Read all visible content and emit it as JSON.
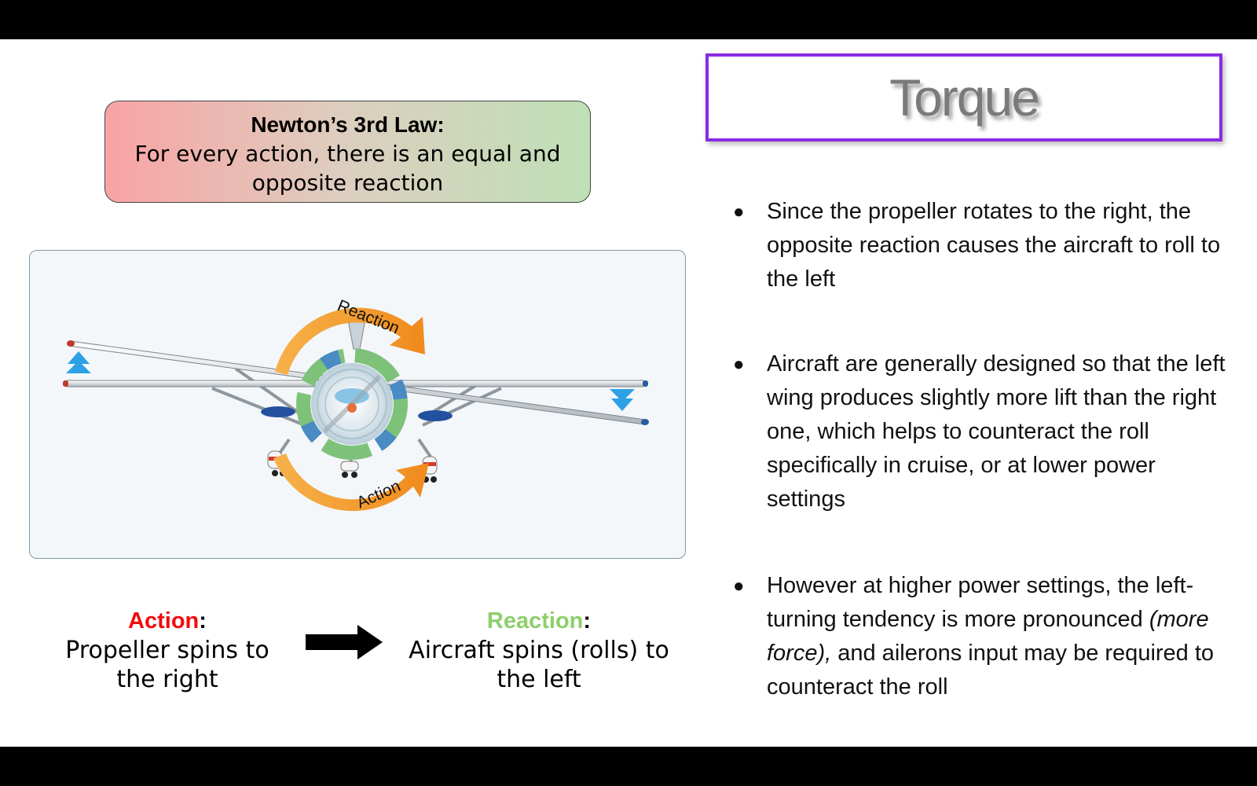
{
  "title": "Torque",
  "law": {
    "heading": "Newton’s 3rd Law:",
    "text": "For every action, there is an equal and opposite reaction"
  },
  "diagram": {
    "reaction_label": "Reaction",
    "action_label": "Action",
    "colors": {
      "arc_orange": "#f29a2e",
      "ring_green": "#7ec27a",
      "ring_blue": "#4a8bc4",
      "arrow_blue": "#2da0e6"
    }
  },
  "captions": {
    "action": {
      "label": "Action",
      "colon": ":",
      "text": "Propeller spins to the right"
    },
    "reaction": {
      "label": "Reaction",
      "colon": ":",
      "text": "Aircraft spins (rolls) to the left"
    },
    "arrow_icon": "right-arrow-icon"
  },
  "colors": {
    "action_red": "#f20c0c",
    "reaction_green": "#8ccf6a",
    "title_border": "#8a2be2"
  },
  "bullets": [
    {
      "text": "Since the propeller rotates to the right, the opposite reaction causes the aircraft to roll to the left"
    },
    {
      "text": "Aircraft are generally designed so that the left wing produces slightly more lift than the right one, which helps to counteract the roll specifically in cruise, or at lower power settings"
    },
    {
      "text_before": "However at higher power settings, the left-turning tendency is more pronounced ",
      "text_italic": "(more force),",
      "text_after": " and ailerons input may be required to counteract the roll"
    }
  ],
  "bullet_glyph": "●"
}
